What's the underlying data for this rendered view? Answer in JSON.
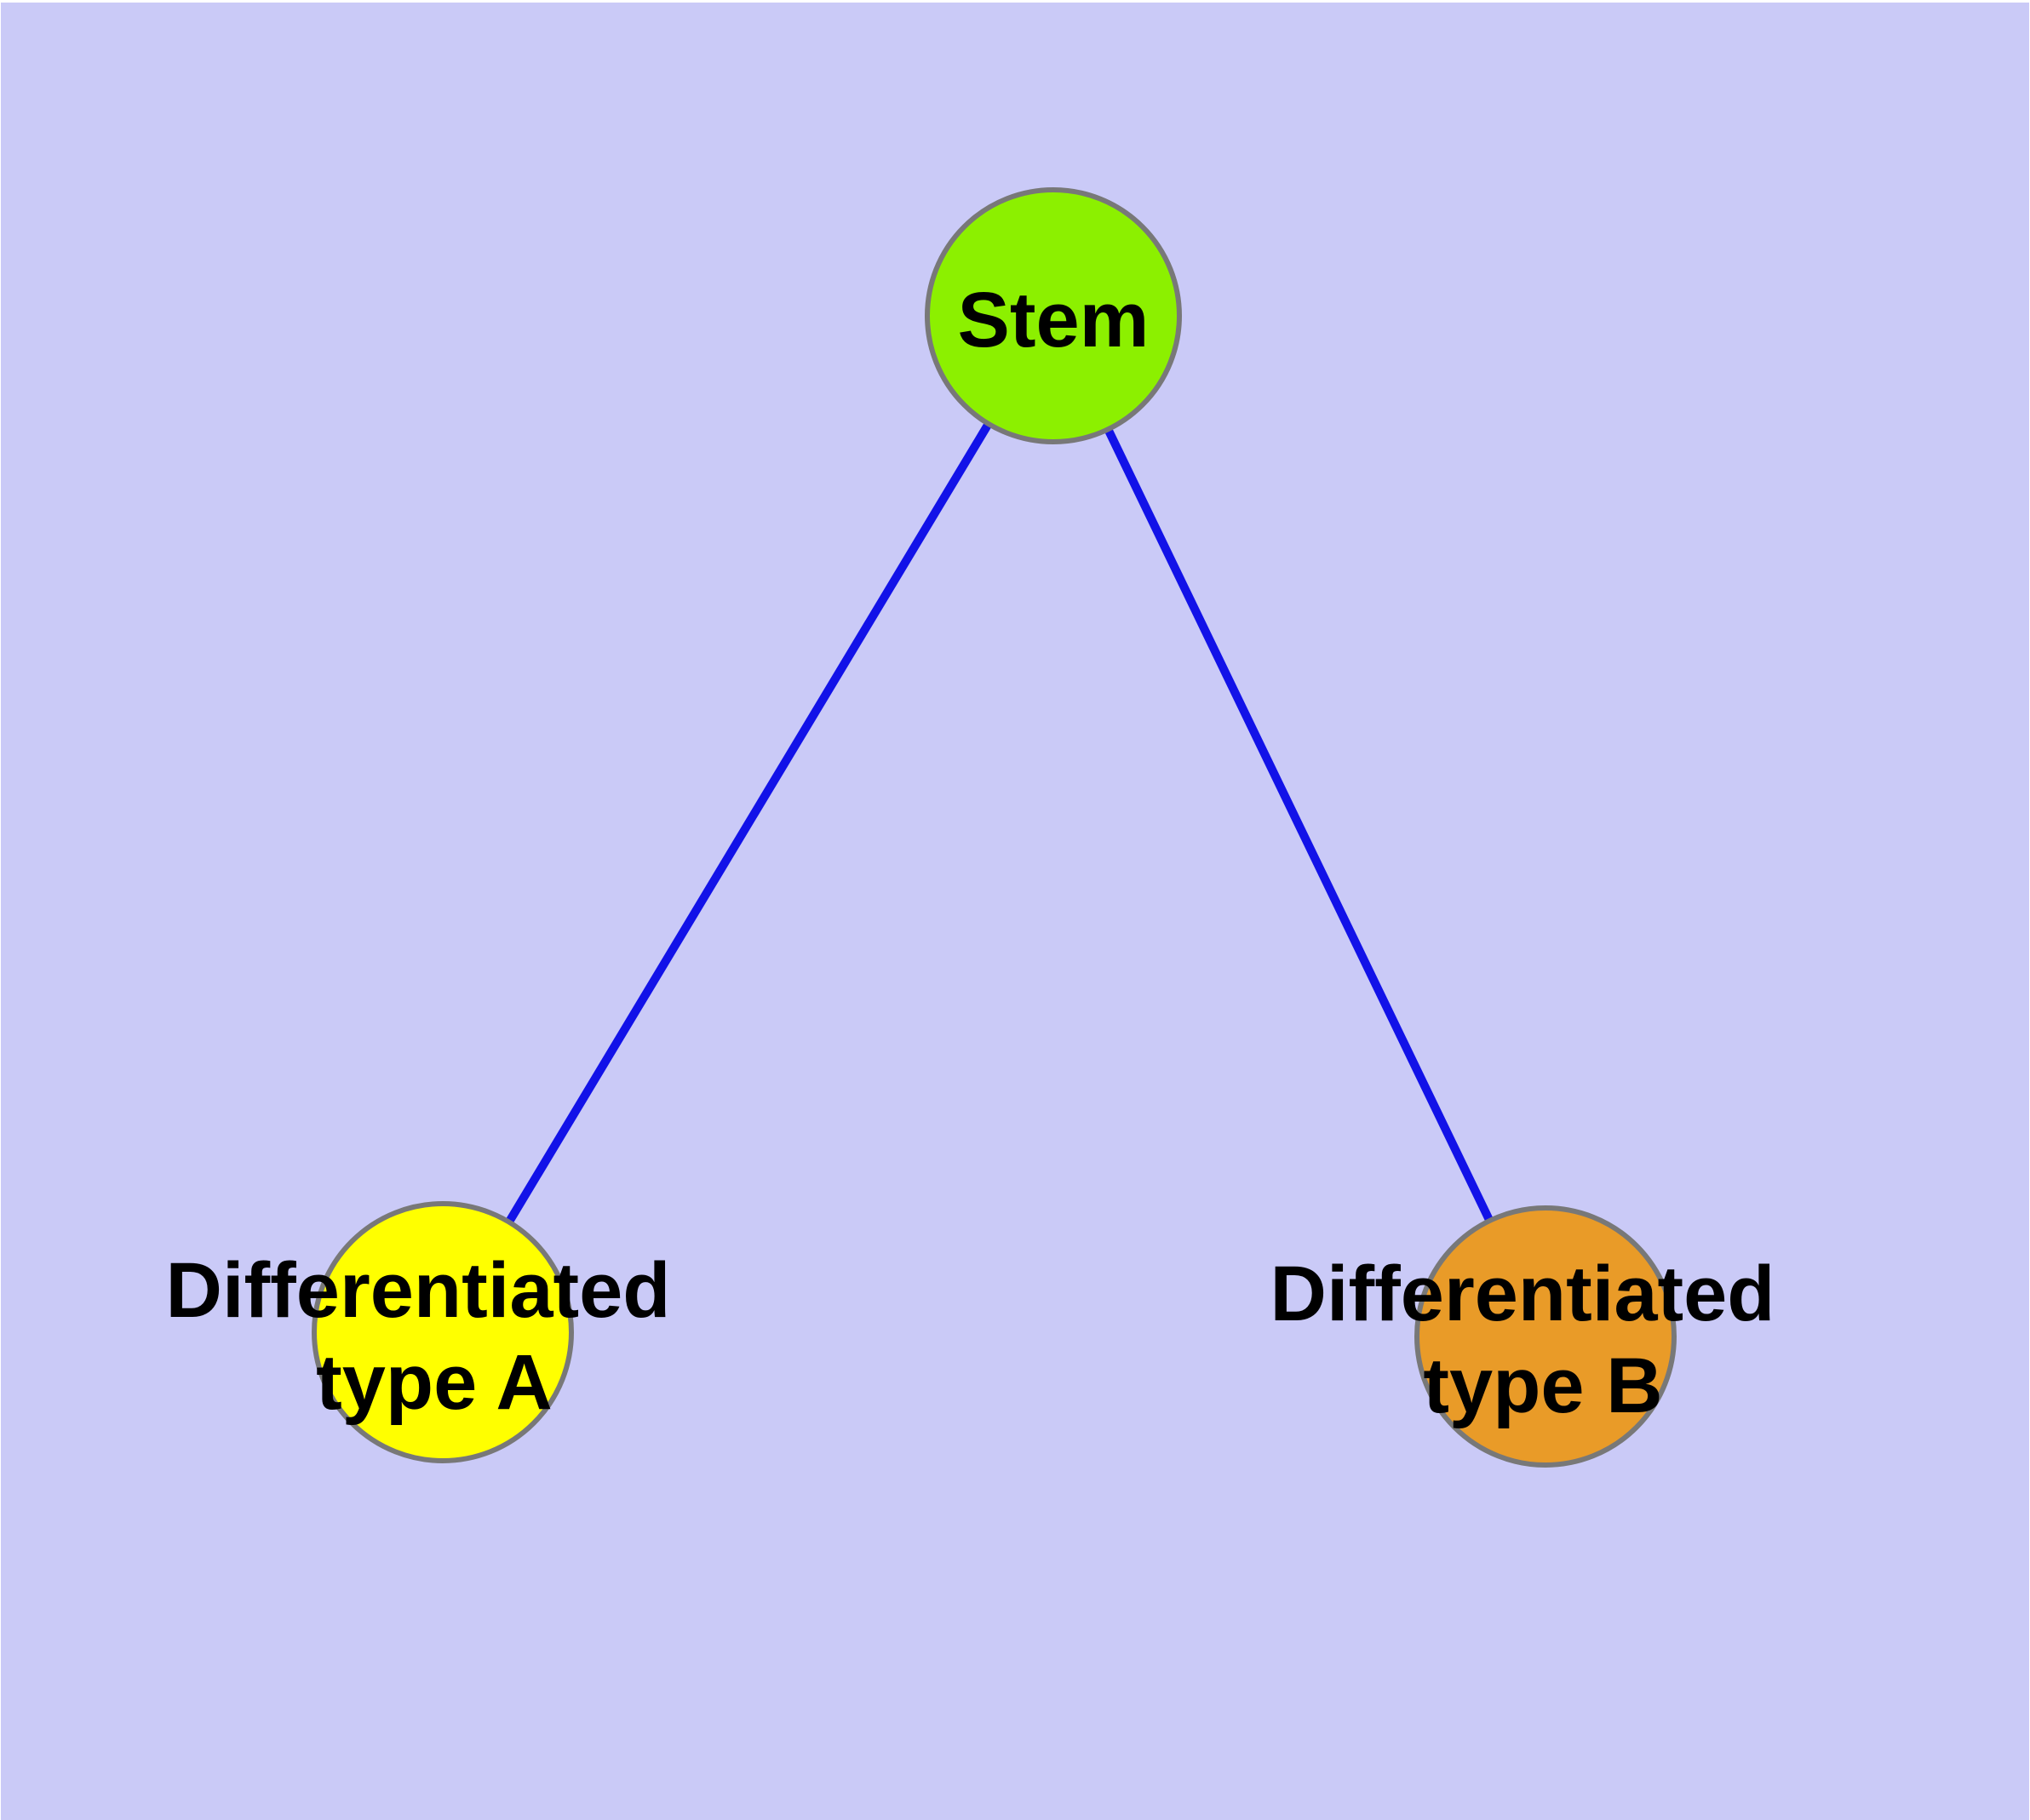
{
  "diagram": {
    "background_color": "#CACAF7",
    "margin_color": "#FFFFFF",
    "edge_color": "#1212E8",
    "node_border_color": "#787878",
    "label_color": "#000000",
    "nodes": [
      {
        "id": "stem",
        "label": "Stem",
        "color": "#8CF000"
      },
      {
        "id": "differentiated-type-a",
        "label": "Differentiated type A",
        "label_line1": "Differentiated",
        "label_line2": "type A",
        "color": "#FFFF00"
      },
      {
        "id": "differentiated-type-b",
        "label": "Differentiated type B",
        "label_line1": "Differentiated",
        "label_line2": "type B",
        "color": "#E99B28"
      }
    ],
    "edges": [
      {
        "from": "Stem",
        "to": "Differentiated type A"
      },
      {
        "from": "Stem",
        "to": "Differentiated type B"
      }
    ]
  }
}
